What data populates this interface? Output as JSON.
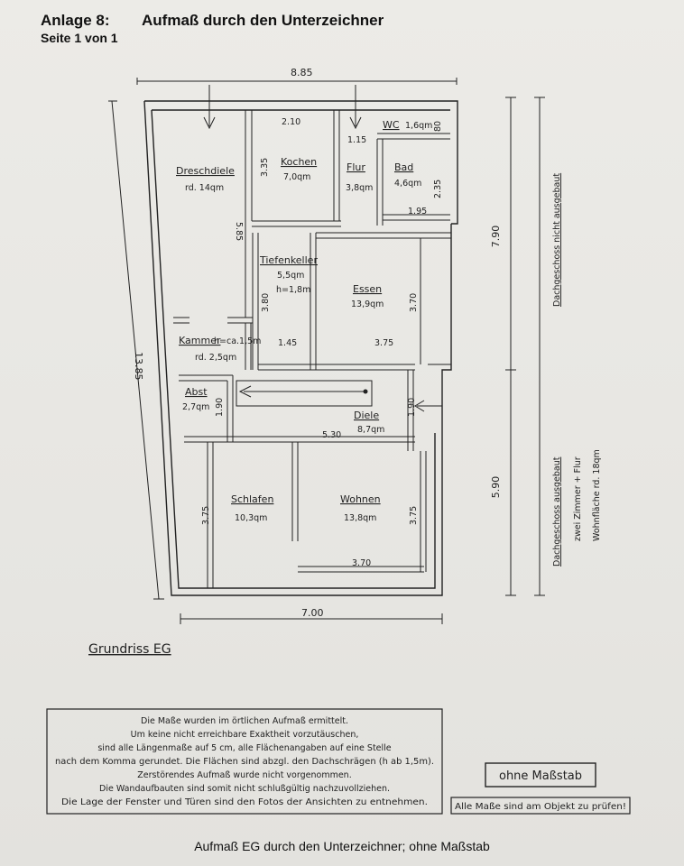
{
  "header": {
    "anlage": "Anlage 8:",
    "title": "Aufmaß durch den Unterzeichner",
    "seite": "Seite 1 von 1"
  },
  "plan": {
    "rooms": {
      "dreschdiele": {
        "name": "Dreschdiele",
        "area": "rd. 14qm"
      },
      "kochen": {
        "name": "Kochen",
        "area": "7,0qm"
      },
      "flur": {
        "name": "Flur",
        "area": "3,8qm"
      },
      "bad": {
        "name": "Bad",
        "area": "4,6qm"
      },
      "wc": {
        "name": "WC",
        "area": "1,6qm"
      },
      "tiefenkeller": {
        "name": "Tiefenkeller",
        "area": "5,5qm",
        "height": "h=1,8m"
      },
      "essen": {
        "name": "Essen",
        "area": "13,9qm"
      },
      "kammer": {
        "name": "Kammer",
        "height": "h=ca.1,5m",
        "area": "rd. 2,5qm"
      },
      "abst": {
        "name": "Abst",
        "area": "2,7qm"
      },
      "diele": {
        "name": "Diele",
        "area": "8,7qm"
      },
      "schlafen": {
        "name": "Schlafen",
        "area": "10,3qm"
      },
      "wohnen": {
        "name": "Wohnen",
        "area": "13,8qm"
      }
    },
    "dimensions": {
      "top_width": "8.85",
      "bottom_width": "7.00",
      "diagonal": "13.85",
      "right_upper": "7.90",
      "right_lower": "5.90",
      "kochen_w": "2.10",
      "flur_w": "1.15",
      "wc_h": "80",
      "kochen_h": "3.35",
      "bad_h": "2.35",
      "bad_w": "1.95",
      "dresch_h": "5.85",
      "keller_h": "3.80",
      "essen_h": "3.70",
      "kammer_w": "1.45",
      "essen_w": "3.75",
      "abst_h": "1.90",
      "diele_h": "1.90",
      "diele_w": "5.30",
      "schlafen_h": "3.75",
      "wohnen_h": "3.75",
      "wohnen_w": "3.70"
    },
    "side_notes": {
      "upper": "Dachgeschoss nicht ausgebaut",
      "lower_1": "Dachgeschoss ausgebaut",
      "lower_2": "zwei Zimmer + Flur",
      "lower_3": "Wohnfläche rd. 18qm"
    },
    "plan_title": "Grundriss EG"
  },
  "notes": {
    "lines": [
      "Die Maße wurden im örtlichen Aufmaß ermittelt.",
      "Um keine nicht erreichbare Exaktheit vorzutäuschen,",
      "sind alle Längenmaße auf 5 cm, alle Flächenangaben auf eine Stelle",
      "nach dem Komma gerundet. Die Flächen sind abzgl. den Dachschrägen (h ab 1,5m).",
      "Zerstörendes Aufmaß wurde nicht vorgenommen.",
      "Die Wandaufbauten sind somit nicht schlußgültig nachzuvollziehen.",
      "Die Lage der Fenster und Türen sind den Fotos der Ansichten zu entnehmen."
    ],
    "scale": "ohne Maßstab",
    "check": "Alle Maße sind am Objekt zu prüfen!"
  },
  "caption": "Aufmaß EG durch den Unterzeichner; ohne Maßstab"
}
